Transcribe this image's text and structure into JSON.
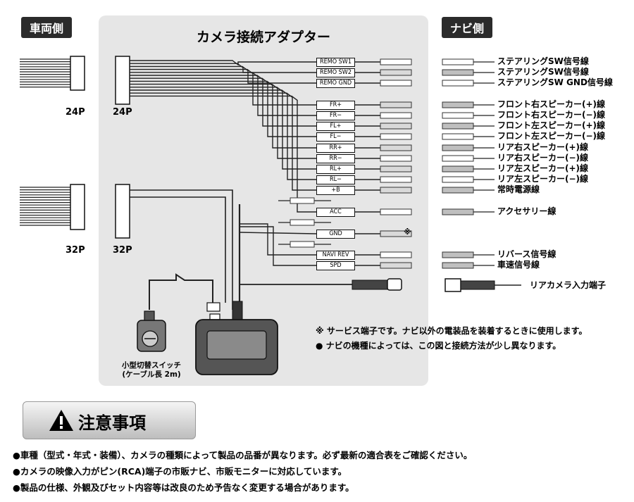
{
  "headers": {
    "vehicle_side": "車両側",
    "navi_side": "ナビ側"
  },
  "adapter_title": "カメラ接続アダプター",
  "connectors": {
    "p24_left": "24P",
    "p24_right": "24P",
    "p32_left": "32P",
    "p32_right": "32P"
  },
  "wire_boxes": [
    "REMO SW1",
    "REMO SW2",
    "REMO GND",
    "FR+",
    "FR−",
    "FL+",
    "FL−",
    "RR+",
    "RR−",
    "RL+",
    "RL−",
    "+B",
    "ACC",
    "GND",
    "NAVI REV",
    "SPD"
  ],
  "service_mark": "※",
  "navi_labels": [
    "ステアリングSW信号線",
    "ステアリングSW信号線",
    "ステアリングSW GND信号線",
    "フロント右スピーカー(+)線",
    "フロント右スピーカー(−)線",
    "フロント左スピーカー(+)線",
    "フロント左スピーカー(−)線",
    "リア右スピーカー(+)線",
    "リア右スピーカー(−)線",
    "リア左スピーカー(+)線",
    "リア左スピーカー(−)線",
    "常時電源線",
    "アクセサリー線",
    "リバース信号線",
    "車速信号線",
    "リアカメラ入力端子"
  ],
  "switch_caption_1": "小型切替スイッチ",
  "switch_caption_2": "(ケーブル長 2m)",
  "notes": [
    "※ サービス端子です。ナビ以外の電装品を装着するときに使用します。",
    "● ナビの機種によっては、この図と接続方法が少し異なります。"
  ],
  "caution": {
    "title": "注意事項",
    "items": [
      "●車種（型式・年式・装備）、カメラの種類によって製品の品番が異なります。必ず最新の適合表をご確認ください。",
      "●カメラの映像入力がピン(RCA)端子の市販ナビ、市販モニターに対応しています。",
      "●製品の仕様、外観及びセット内容等は改良のため予告なく変更する場合があります。"
    ]
  }
}
